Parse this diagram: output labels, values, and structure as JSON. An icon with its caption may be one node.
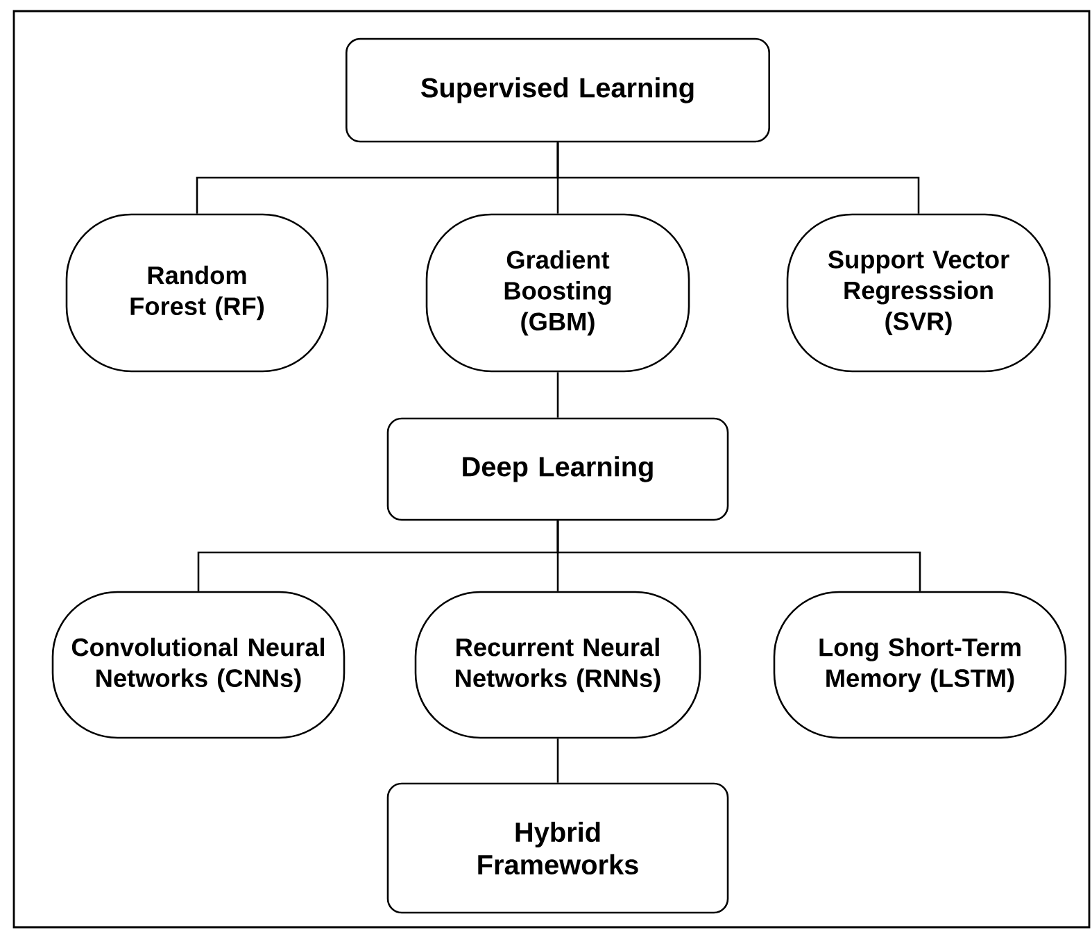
{
  "diagram": {
    "nodes": [
      {
        "text": [
          "Supervised Learning"
        ]
      },
      {
        "text": [
          "Random Forest (RF)"
        ]
      },
      {
        "text": [
          "Gradient Boosting (GBM)"
        ]
      },
      {
        "text": [
          "Support Vector Regresssion (SVR)"
        ]
      },
      {
        "text": [
          "Deep Learning"
        ]
      },
      {
        "text": [
          "Convolutional Neural Networks (CNNs)"
        ]
      },
      {
        "text": [
          "Recurrent Neural Networks (RNNs)"
        ]
      },
      {
        "text": [
          "Long Short-Term Memory (LSTM)"
        ]
      },
      {
        "text": [
          "Hybrid Frameworks"
        ]
      }
    ],
    "edges": [
      {
        "from": 0,
        "to": 1,
        "arrow": "none"
      },
      {
        "from": 0,
        "to": 2,
        "arrow": "none"
      },
      {
        "from": 0,
        "to": 3,
        "arrow": "none"
      },
      {
        "from": 2,
        "to": 4,
        "arrow": "none"
      },
      {
        "from": 4,
        "to": 5,
        "arrow": "none"
      },
      {
        "from": 4,
        "to": 6,
        "arrow": "none"
      },
      {
        "from": 4,
        "to": 7,
        "arrow": "none"
      },
      {
        "from": 6,
        "to": 8,
        "arrow": "none"
      }
    ]
  }
}
